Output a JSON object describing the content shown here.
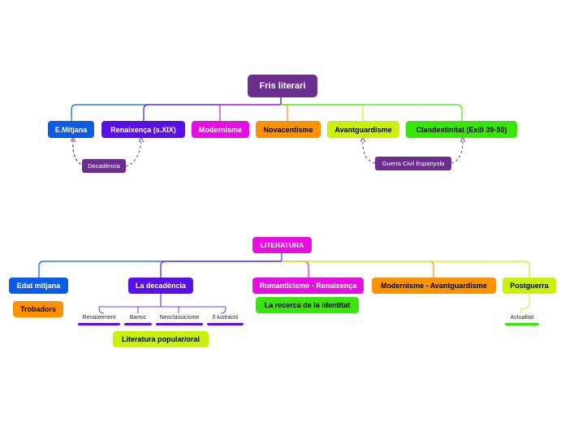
{
  "map1": {
    "root": {
      "label": "Fris literari",
      "color": "#6b2d8e"
    },
    "children": [
      {
        "label": "E.Mitjana",
        "color": "#0a5be6"
      },
      {
        "label": "Renaixença (s.XIX)",
        "color": "#5a0fe6"
      },
      {
        "label": "Modernisme",
        "color": "#e60ee0"
      },
      {
        "label": "Novacentisme",
        "color": "#ff9200"
      },
      {
        "label": "Avantguardisme",
        "color": "#c8f20a"
      },
      {
        "label": "Clandestinitat (Exili 39-50)",
        "color": "#3ae60a"
      }
    ],
    "relations": [
      {
        "label": "Decadència",
        "color": "#6b2d8e"
      },
      {
        "label": "Guerra Civil Espanyola",
        "color": "#6b2d8e"
      }
    ]
  },
  "map2": {
    "root": {
      "label": "LITERATURA",
      "color": "#e60ee0"
    },
    "children": [
      {
        "label": "Edat mitjana",
        "color": "#0a5be6"
      },
      {
        "label": "La decadència",
        "color": "#5a0fe6"
      },
      {
        "label": "Romanticisme - Renaixença",
        "color": "#e60ee0"
      },
      {
        "label": "Modernisme - Avantguardisme",
        "color": "#ff9200"
      },
      {
        "label": "Postguerra",
        "color": "#c8f20a"
      }
    ],
    "subs": {
      "trobadors": {
        "label": "Trobadors",
        "color": "#ff9200"
      },
      "recerca": {
        "label": "La recerca de la identitat",
        "color": "#3ae60a"
      },
      "popular": {
        "label": "Literatura popular/oral",
        "color": "#c8f20a"
      }
    },
    "leaves": [
      {
        "label": "Renaixement"
      },
      {
        "label": "Barroc"
      },
      {
        "label": "Neoclassicisme"
      },
      {
        "label": "Il·lustració"
      },
      {
        "label": "Actualitat"
      }
    ]
  }
}
